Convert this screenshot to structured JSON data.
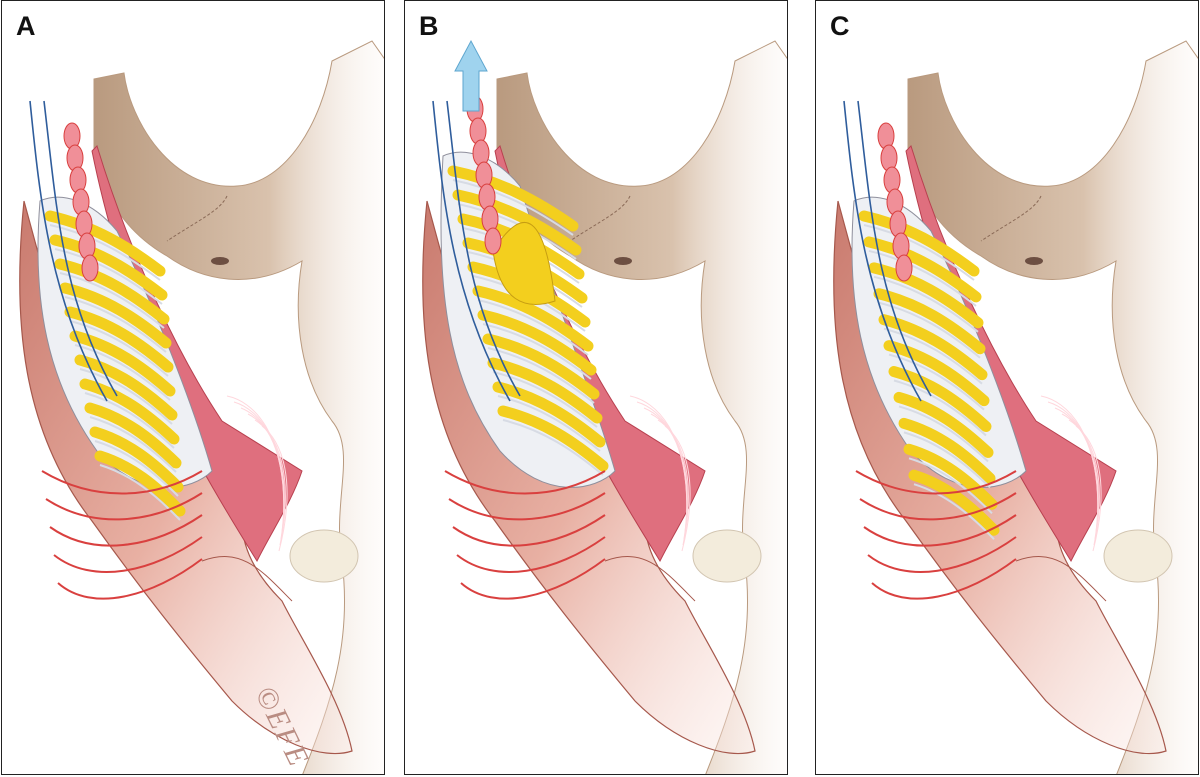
{
  "panels": [
    {
      "id": "A",
      "label": "A",
      "variant": "original",
      "watermark": "©EFE"
    },
    {
      "id": "B",
      "label": "B",
      "variant": "pulled"
    },
    {
      "id": "C",
      "label": "C",
      "variant": "restored"
    }
  ],
  "colors": {
    "bone": "#d9c2ad",
    "bone_shade": "#b99a7f",
    "skin": "#e8b0a3",
    "skin_dark": "#c97a6e",
    "muscle": "#df6f7e",
    "muscle_stripe": "#b8404f",
    "fat": "#f3cf1e",
    "fat_edge": "#c69d12",
    "septa": "#d7dbe4",
    "ligament": "#d9403f",
    "nerve": "#2f5d9c",
    "arrow": "#9fd3ee"
  },
  "icons": [
    "up-arrow-icon"
  ]
}
